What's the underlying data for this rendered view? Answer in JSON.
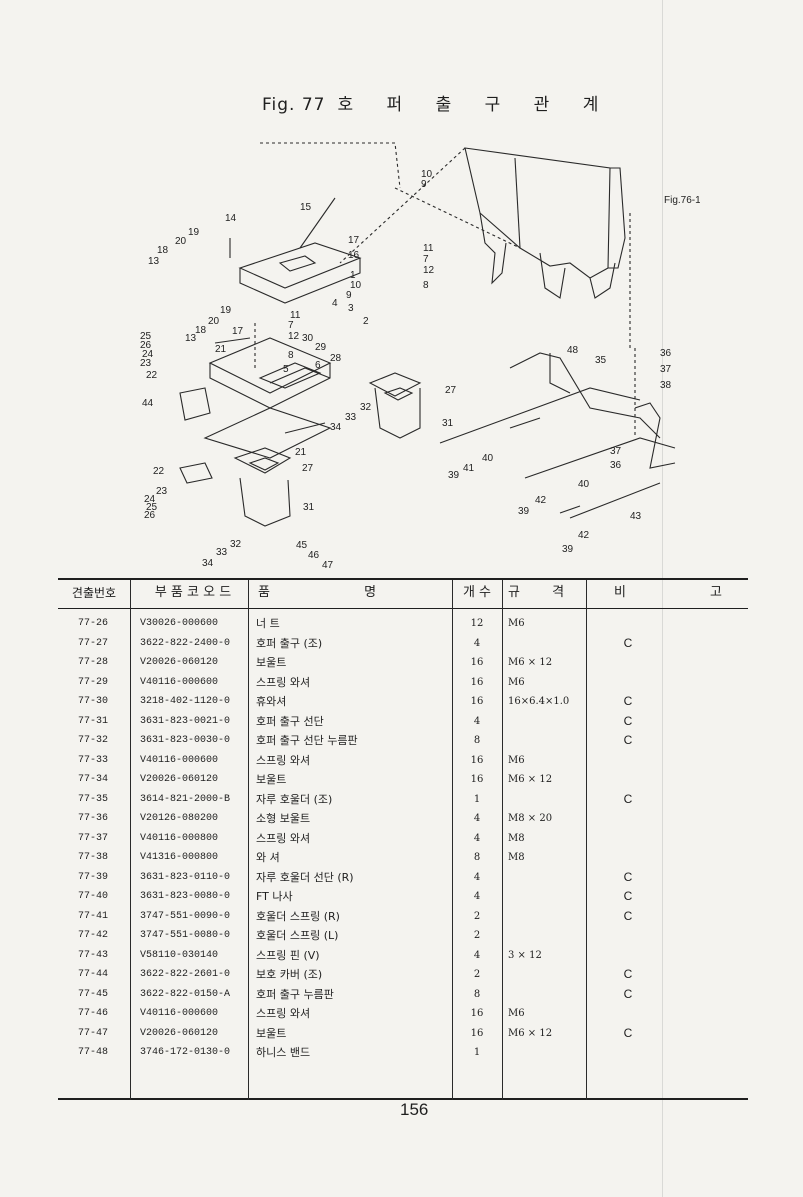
{
  "figure": {
    "label": "Fig. 77",
    "title": "호 퍼 출 구 관 계",
    "ref": "Fig.76-1",
    "callouts": [
      "10",
      "9",
      "15",
      "14",
      "19",
      "20",
      "18",
      "13",
      "17",
      "16",
      "11",
      "7",
      "12",
      "8",
      "1",
      "10",
      "9",
      "2",
      "3",
      "4",
      "19",
      "20",
      "18",
      "13",
      "17",
      "11",
      "7",
      "12",
      "8",
      "30",
      "29",
      "28",
      "25",
      "26",
      "24",
      "23",
      "21",
      "22",
      "44",
      "5",
      "6",
      "27",
      "33",
      "32",
      "31",
      "34",
      "21",
      "27",
      "22",
      "23",
      "24",
      "25",
      "26",
      "31",
      "32",
      "33",
      "34",
      "45",
      "46",
      "47",
      "48",
      "35",
      "36",
      "37",
      "38",
      "40",
      "41",
      "39",
      "37",
      "36",
      "40",
      "42",
      "39",
      "43",
      "42",
      "39"
    ]
  },
  "table": {
    "headers": {
      "no": "견출번호",
      "code": "부 품 코 오 드",
      "name": "품 명",
      "qty": "개 수",
      "spec": "규 격",
      "remark": "비 고"
    },
    "rows": [
      {
        "no": "77-26",
        "code": "V30026-000600",
        "name": "너 트",
        "qty": "12",
        "spec": "M6",
        "remark": ""
      },
      {
        "no": "77-27",
        "code": "3622-822-2400-0",
        "name": "호퍼 출구 (조)",
        "qty": "4",
        "spec": "",
        "remark": "C"
      },
      {
        "no": "77-28",
        "code": "V20026-060120",
        "name": "보울트",
        "qty": "16",
        "spec": "M6 × 12",
        "remark": ""
      },
      {
        "no": "77-29",
        "code": "V40116-000600",
        "name": "스프링 와셔",
        "qty": "16",
        "spec": "M6",
        "remark": ""
      },
      {
        "no": "77-30",
        "code": "3218-402-1120-0",
        "name": "휴와셔",
        "qty": "16",
        "spec": "16×6.4×1.0",
        "remark": "C"
      },
      {
        "no": "77-31",
        "code": "3631-823-0021-0",
        "name": "호퍼 출구 선단",
        "qty": "4",
        "spec": "",
        "remark": "C"
      },
      {
        "no": "77-32",
        "code": "3631-823-0030-0",
        "name": "호퍼 출구 선단 누름판",
        "qty": "8",
        "spec": "",
        "remark": "C"
      },
      {
        "no": "77-33",
        "code": "V40116-000600",
        "name": "스프링 와셔",
        "qty": "16",
        "spec": "M6",
        "remark": ""
      },
      {
        "no": "77-34",
        "code": "V20026-060120",
        "name": "보울트",
        "qty": "16",
        "spec": "M6 × 12",
        "remark": ""
      },
      {
        "no": "77-35",
        "code": "3614-821-2000-B",
        "name": "자루 호울더 (조)",
        "qty": "1",
        "spec": "",
        "remark": "C"
      },
      {
        "no": "77-36",
        "code": "V20126-080200",
        "name": "소형 보울트",
        "qty": "4",
        "spec": "M8 × 20",
        "remark": ""
      },
      {
        "no": "77-37",
        "code": "V40116-000800",
        "name": "스프링 와셔",
        "qty": "4",
        "spec": "M8",
        "remark": ""
      },
      {
        "no": "77-38",
        "code": "V41316-000800",
        "name": "와 셔",
        "qty": "8",
        "spec": "M8",
        "remark": ""
      },
      {
        "no": "77-39",
        "code": "3631-823-0110-0",
        "name": "자루 호울더 선단 (R)",
        "qty": "4",
        "spec": "",
        "remark": "C"
      },
      {
        "no": "77-40",
        "code": "3631-823-0080-0",
        "name": "FT 나사",
        "qty": "4",
        "spec": "",
        "remark": "C"
      },
      {
        "no": "77-41",
        "code": "3747-551-0090-0",
        "name": "호울더 스프링 (R)",
        "qty": "2",
        "spec": "",
        "remark": "C"
      },
      {
        "no": "77-42",
        "code": "3747-551-0080-0",
        "name": "호울더 스프링 (L)",
        "qty": "2",
        "spec": "",
        "remark": ""
      },
      {
        "no": "77-43",
        "code": "V58110-030140",
        "name": "스프링 핀 (V)",
        "qty": "4",
        "spec": "3 × 12",
        "remark": ""
      },
      {
        "no": "77-44",
        "code": "3622-822-2601-0",
        "name": "보호 카버 (조)",
        "qty": "2",
        "spec": "",
        "remark": "C"
      },
      {
        "no": "77-45",
        "code": "3622-822-0150-A",
        "name": "호퍼 출구 누름판",
        "qty": "8",
        "spec": "",
        "remark": "C"
      },
      {
        "no": "77-46",
        "code": "V40116-000600",
        "name": "스프링 와셔",
        "qty": "16",
        "spec": "M6",
        "remark": ""
      },
      {
        "no": "77-47",
        "code": "V20026-060120",
        "name": "보울트",
        "qty": "16",
        "spec": "M6 × 12",
        "remark": "C"
      },
      {
        "no": "77-48",
        "code": "3746-172-0130-0",
        "name": "하니스 밴드",
        "qty": "1",
        "spec": "",
        "remark": ""
      }
    ]
  },
  "page_number": "156"
}
